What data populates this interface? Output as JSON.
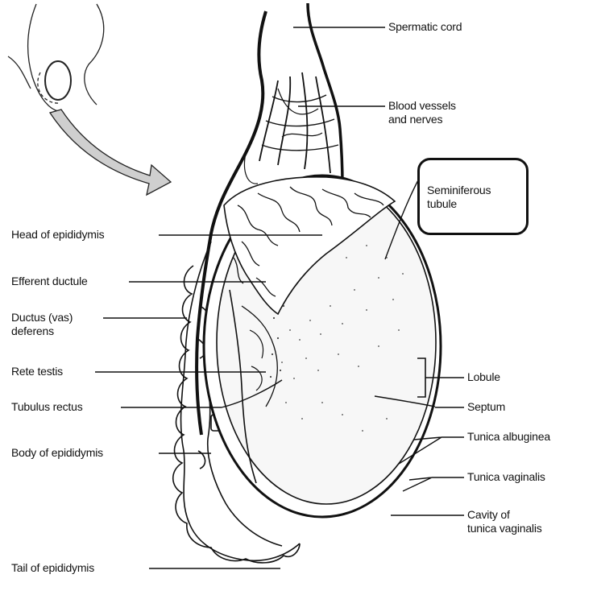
{
  "diagram": {
    "labels": {
      "spermatic_cord": "Spermatic cord",
      "blood_vessels_line1": "Blood vessels",
      "blood_vessels_line2": "and nerves",
      "seminiferous_line1": "Seminiferous",
      "seminiferous_line2": "tubule",
      "head_of_epididymis": "Head of epididymis",
      "efferent_ductule": "Efferent ductule",
      "ductus_line1": "Ductus (vas)",
      "ductus_line2": "deferens",
      "rete_testis": "Rete testis",
      "tubulus_rectus": "Tubulus rectus",
      "body_of_epididymis": "Body of epididymis",
      "tail_of_epididymis": "Tail of epididymis",
      "lobule": "Lobule",
      "septum": "Septum",
      "tunica_albuginea": "Tunica albuginea",
      "tunica_vaginalis": "Tunica vaginalis",
      "cavity_line1": "Cavity of",
      "cavity_line2": "tunica vaginalis"
    }
  }
}
